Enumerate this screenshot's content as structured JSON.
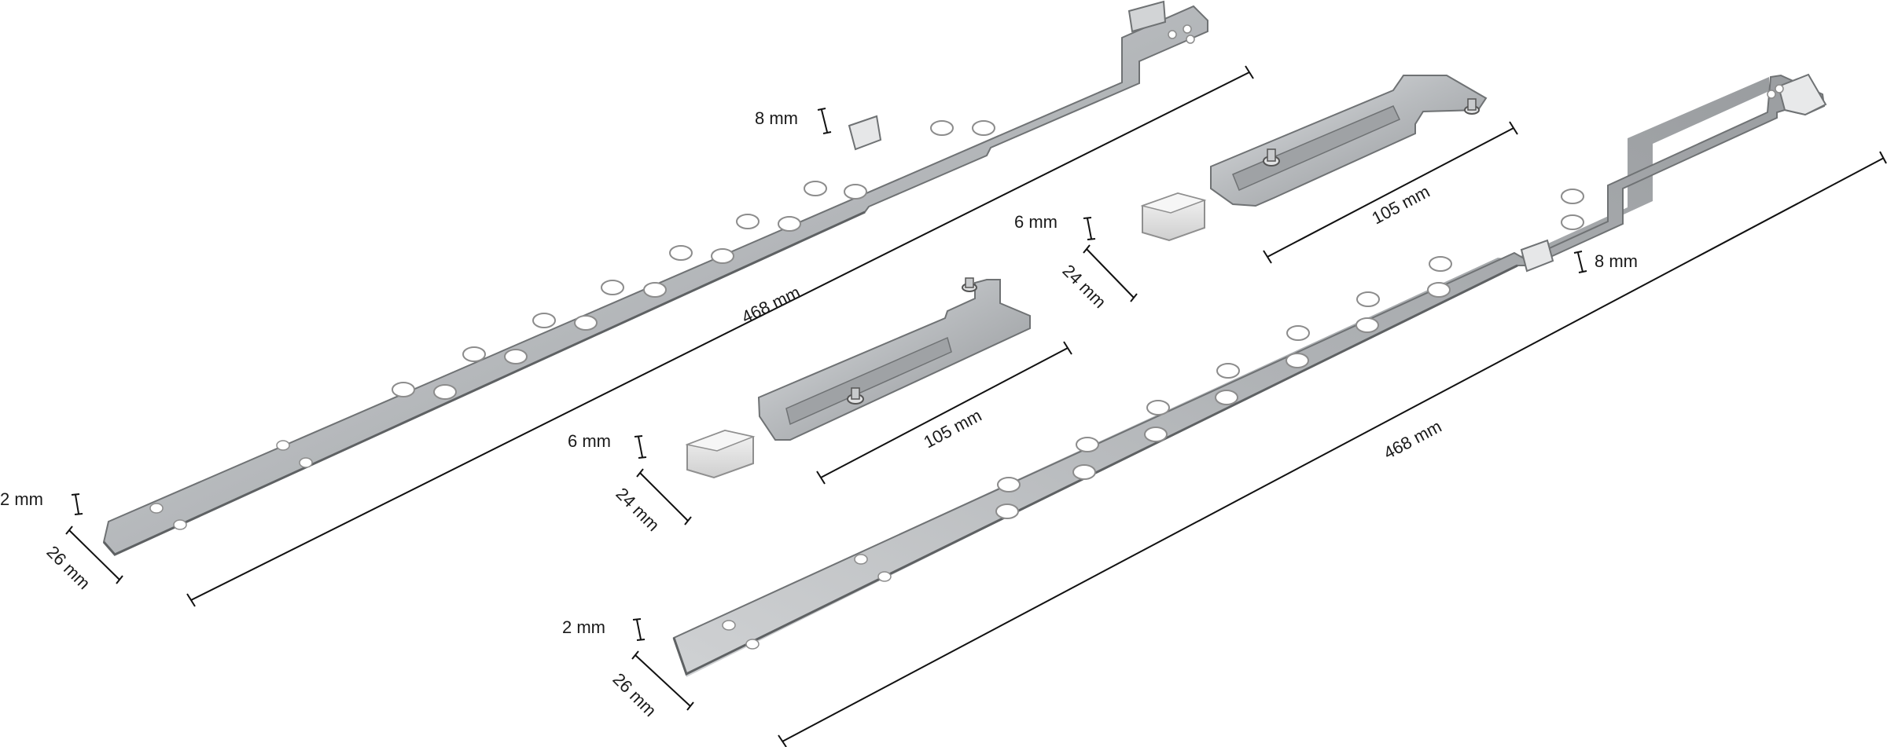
{
  "labels": {
    "strip1_length": "468 mm",
    "strip1_hook_height": "8 mm",
    "strip1_thickness": "2 mm",
    "strip1_width": "26 mm",
    "strip2_length": "468 mm",
    "strip2_hook_height": "8 mm",
    "strip2_thickness": "2 mm",
    "strip2_width": "26 mm",
    "bracket1_length": "105 mm",
    "bracket1_clip_height": "6 mm",
    "bracket1_clip_width": "24 mm",
    "bracket2_length": "105 mm",
    "bracket2_clip_height": "6 mm",
    "bracket2_clip_width": "24 mm"
  },
  "colors": {
    "metal_light": "#d9dbdd",
    "metal_mid": "#a9acaf",
    "metal_dark": "#6f7274",
    "clip": "#ececec",
    "dimension_line": "#111111"
  }
}
